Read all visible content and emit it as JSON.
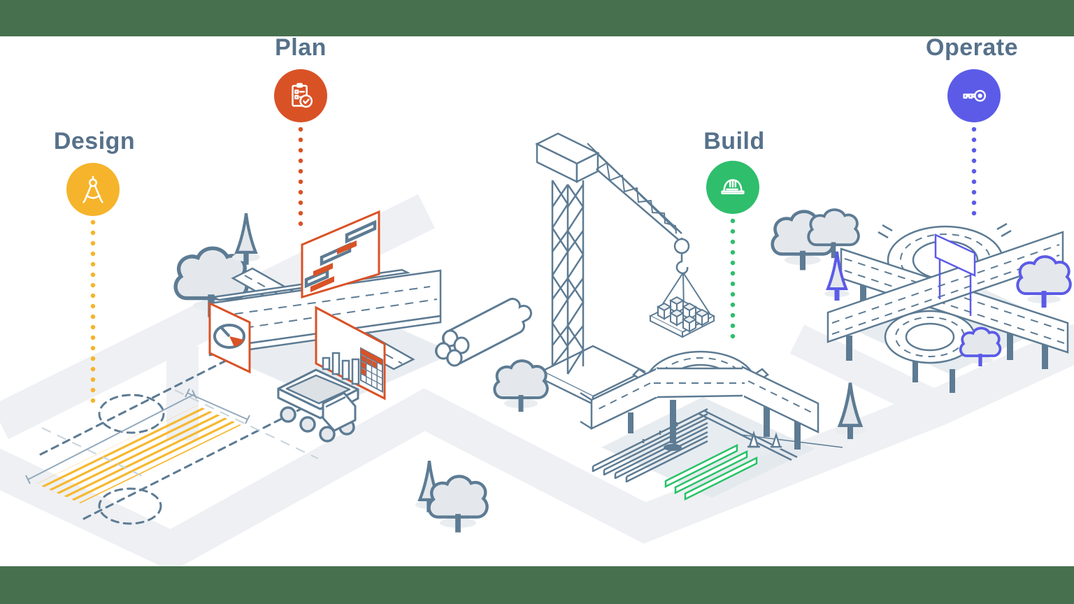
{
  "title": "Infrastructure lifecycle: Design, Plan, Build, Operate",
  "colors": {
    "letterbox_green": "#47704E",
    "background": "#FFFFFF",
    "text_slate": "#56718A",
    "outline_slate": "#5D7B93",
    "fill_gray": "#E4E8EC",
    "path_gray": "#EEF0F3",
    "shadow_gray": "#DFE5EA",
    "design_yellow": "#F5B42B",
    "plan_orange": "#D95226",
    "build_green": "#2FBE6C",
    "operate_purple": "#5B5BE7"
  },
  "phases": [
    {
      "label": "Design",
      "icon": "drafting-compass-icon",
      "color": "#F5B42B"
    },
    {
      "label": "Plan",
      "icon": "clipboard-check-icon",
      "color": "#D95226"
    },
    {
      "label": "Build",
      "icon": "hard-hat-icon",
      "color": "#2FBE6C"
    },
    {
      "label": "Operate",
      "icon": "key-icon",
      "color": "#5B5BE7"
    }
  ],
  "scene": {
    "design": "dashed blueprint sketch of interchange with yellow hatched area and dimension lines",
    "plan": "road crossing with gantt board, pie chart board, bar chart and calendar board, dump truck, stacked pipes",
    "build": "tower crane lifting blocks beside elevated interchange under construction with girders, green beams and traffic cones",
    "operate": "completed highway interchange with loop ramps, purple sign and trees"
  }
}
